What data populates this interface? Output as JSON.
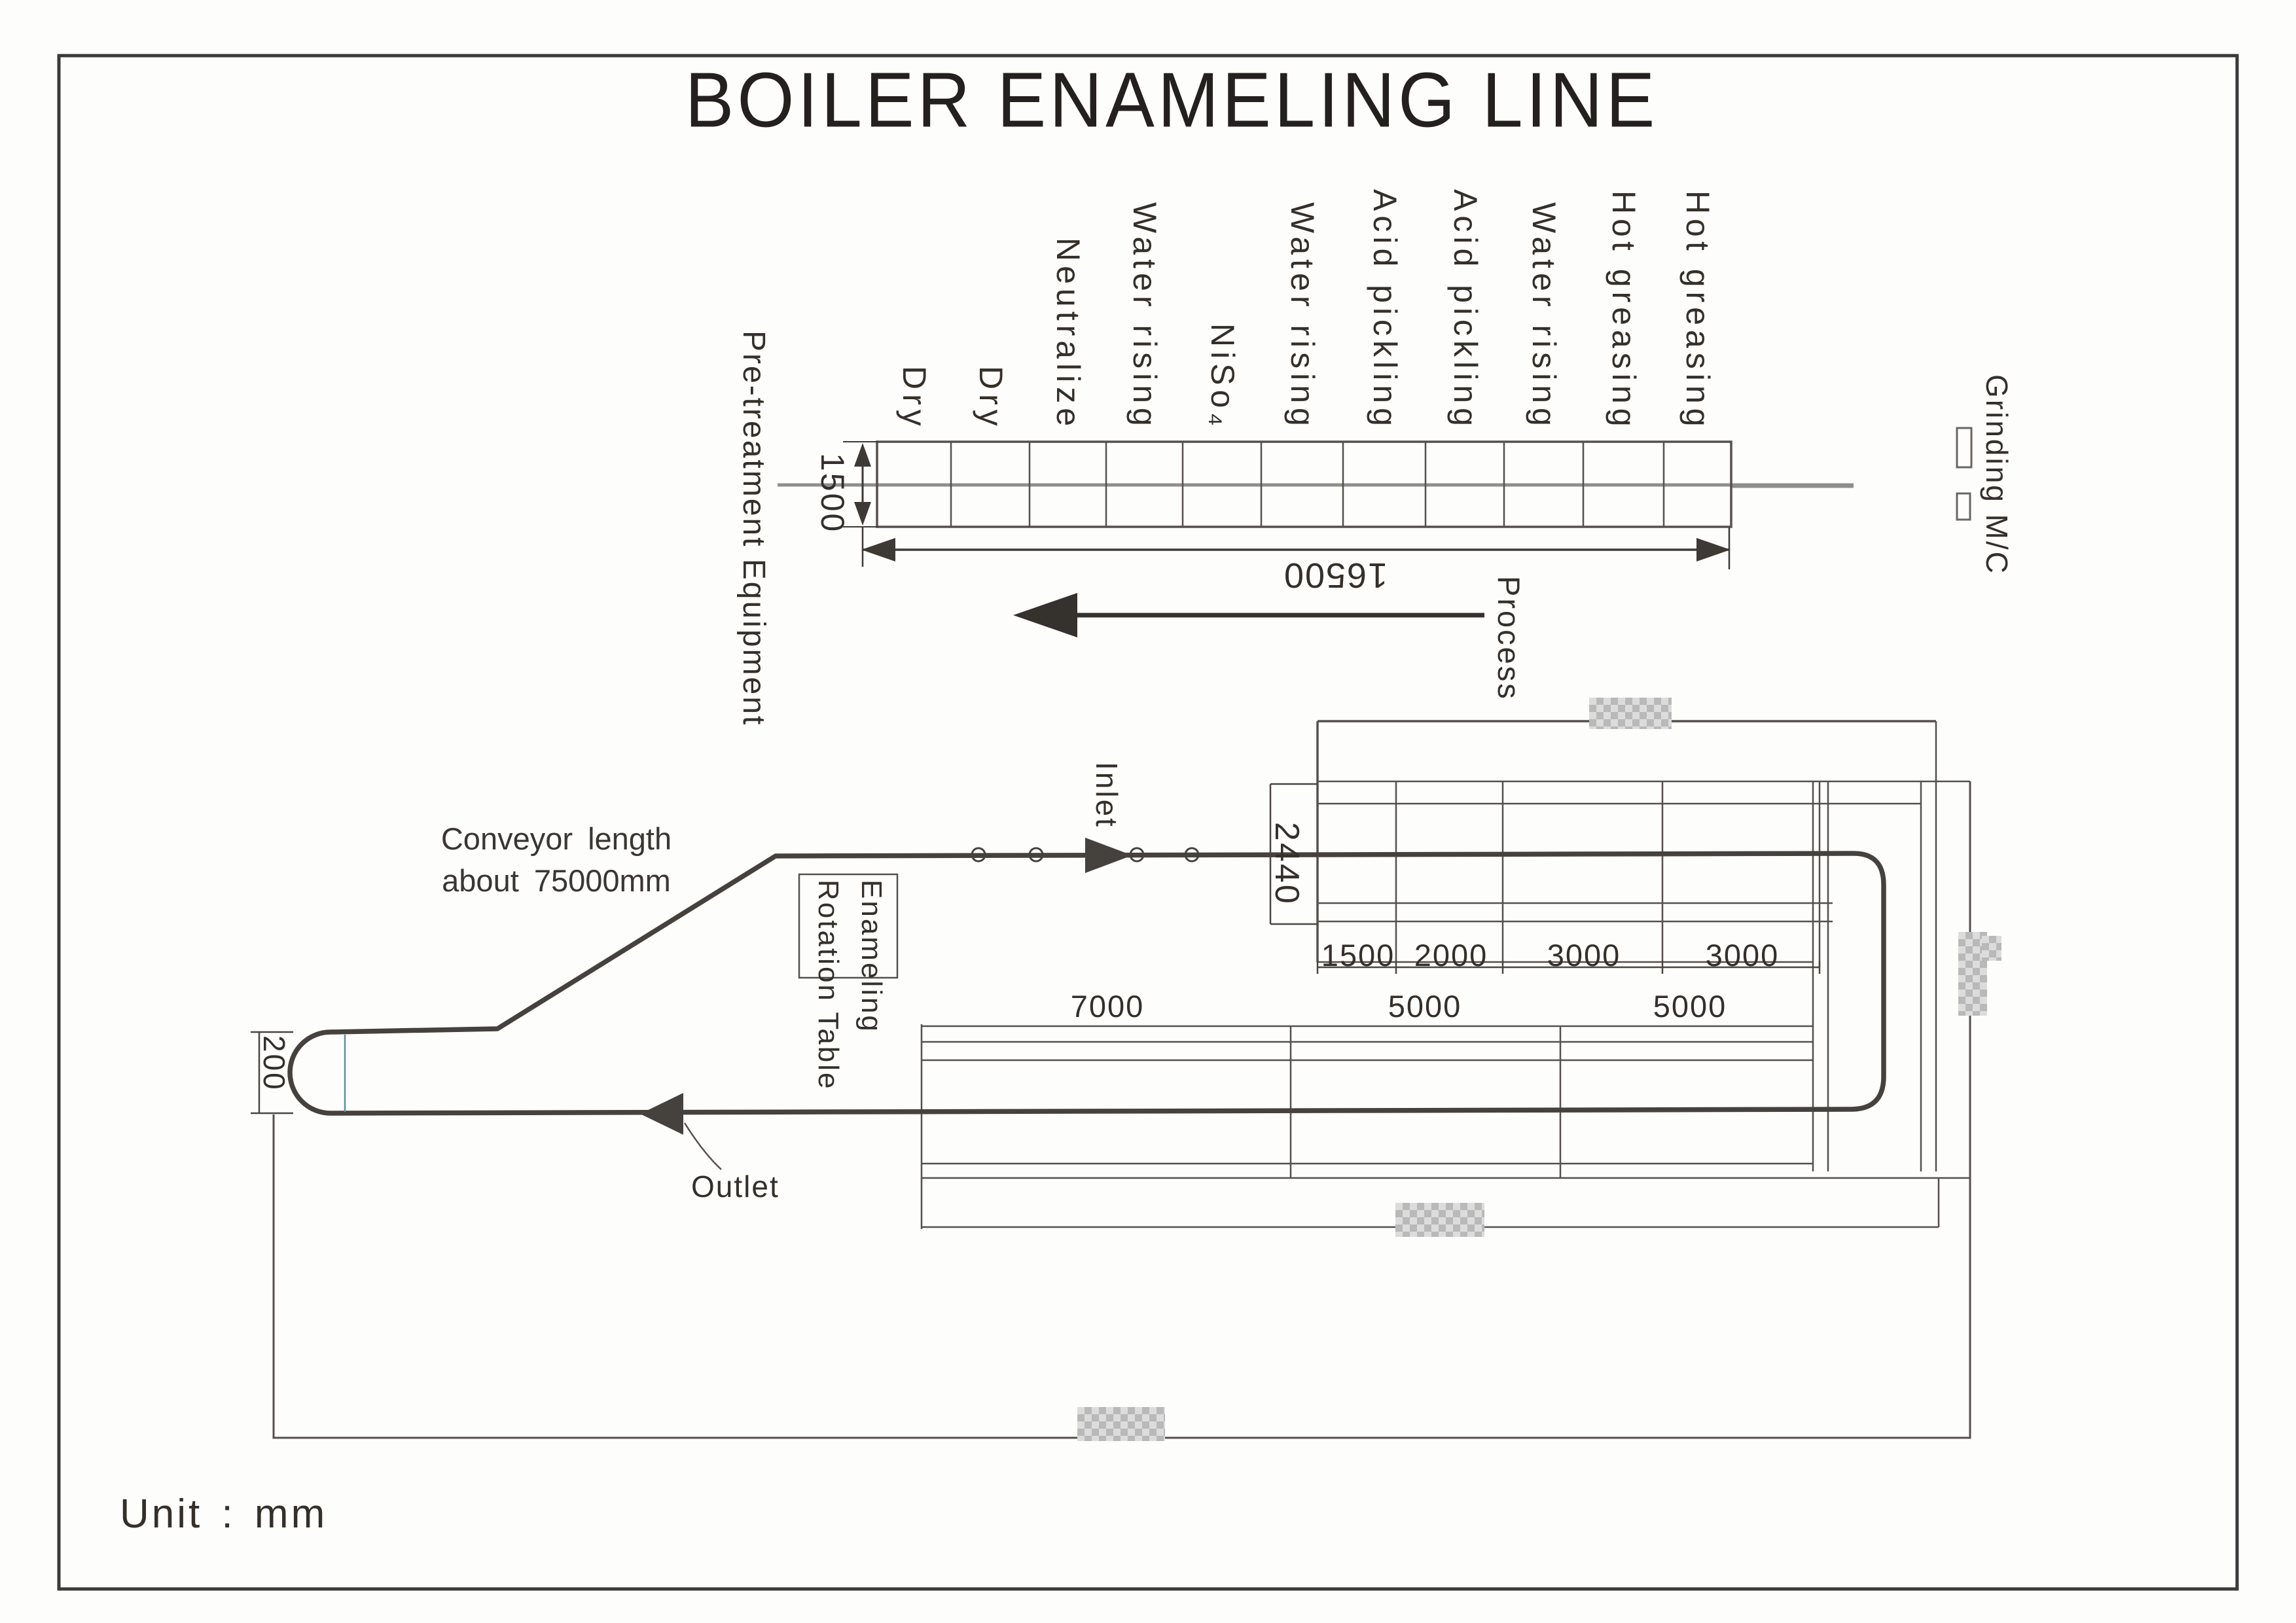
{
  "page": {
    "title": "BOILER ENAMELING LINE",
    "unit_label": "Unit : mm"
  },
  "colors": {
    "ink": "#343029",
    "line": "#55504b",
    "thick_conveyor": "#45413c",
    "center_line_gray": "#8d8d8d",
    "chord_teal": "#57949c",
    "redaction_gray": "#c4c4c4"
  },
  "pretreatment": {
    "section_label": "Pre-treatment Equipment",
    "stages": [
      "Dry",
      "Dry",
      "Neutralize",
      "Water rising",
      "NiSo₄",
      "Water rising",
      "Acid pickling",
      "Acid pickling",
      "Water rising",
      "Hot greasing",
      "Hot greasing"
    ],
    "tank_height_dim": "1500",
    "tank_length_dim": "16500",
    "process_label": "Process",
    "grinding_label": "Grinding M/C"
  },
  "line_plan": {
    "conveyor_note": "Conveyor length\nabout 75000mm",
    "inlet_label": "Inlet",
    "outlet_label": "Outlet",
    "rotation_table_label": "Enameling\nRotation Table",
    "furnace_width_dim": "2440",
    "furnace_segment_dims": [
      "1500",
      "2000",
      "3000",
      "3000"
    ],
    "booth_segment_dims": [
      "7000",
      "5000",
      "5000"
    ],
    "uturn_dim": "200"
  }
}
